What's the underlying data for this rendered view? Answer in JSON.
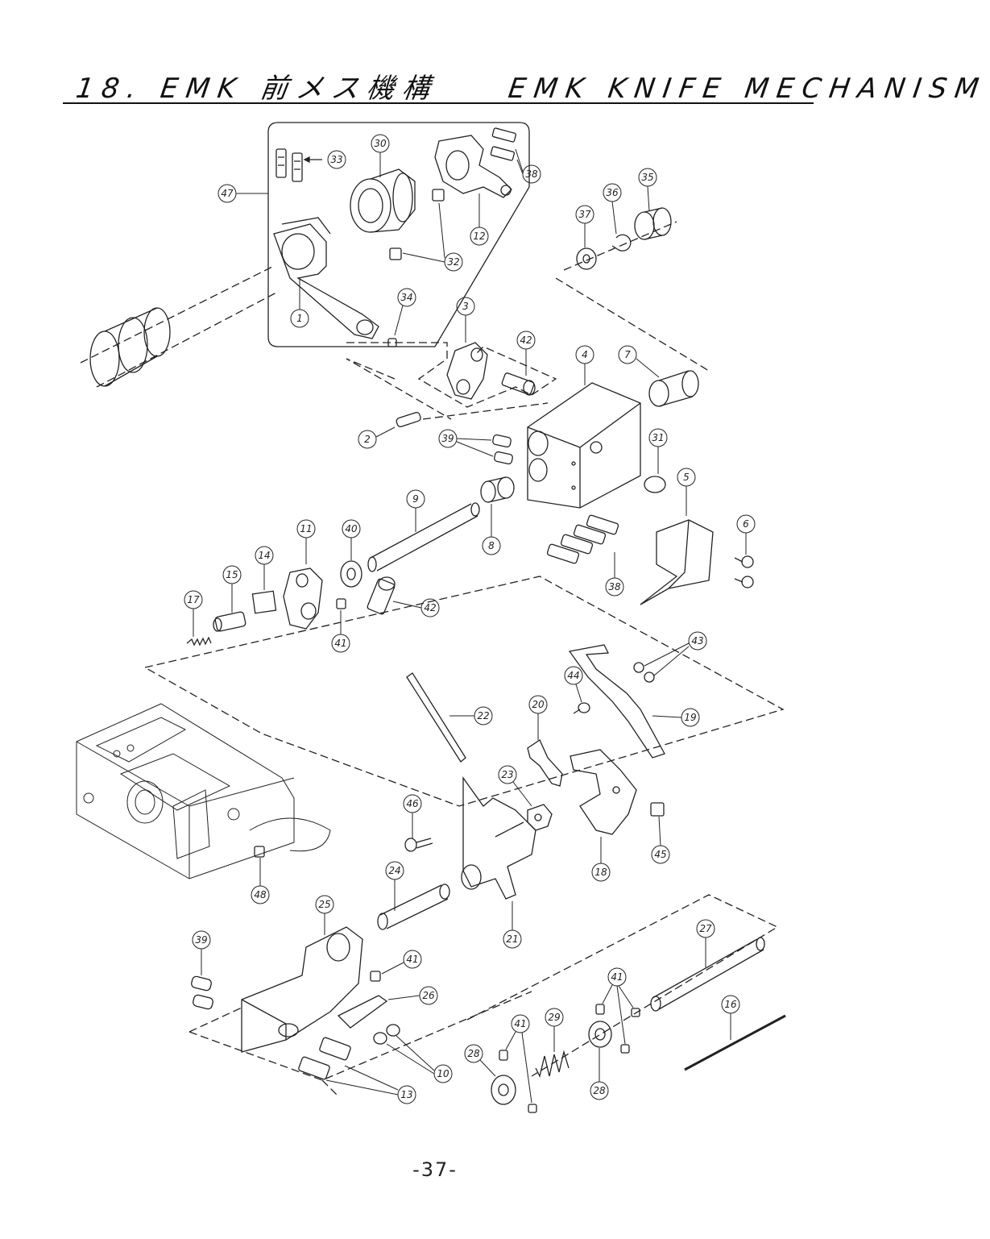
{
  "header": {
    "title": "18. EMK 前メス機構　　EMK KNIFE MECHANISM"
  },
  "footer": {
    "page_number": "-37-"
  },
  "part_numbers": [
    "1",
    "2",
    "3",
    "4",
    "5",
    "6",
    "7",
    "8",
    "9",
    "10",
    "11",
    "12",
    "13",
    "14",
    "15",
    "16",
    "17",
    "18",
    "19",
    "20",
    "21",
    "22",
    "23",
    "24",
    "25",
    "26",
    "27",
    "28",
    "29",
    "30",
    "31",
    "32",
    "33",
    "34",
    "35",
    "36",
    "37",
    "38",
    "39",
    "40",
    "41",
    "42",
    "43",
    "44",
    "45",
    "46",
    "47",
    "48"
  ]
}
